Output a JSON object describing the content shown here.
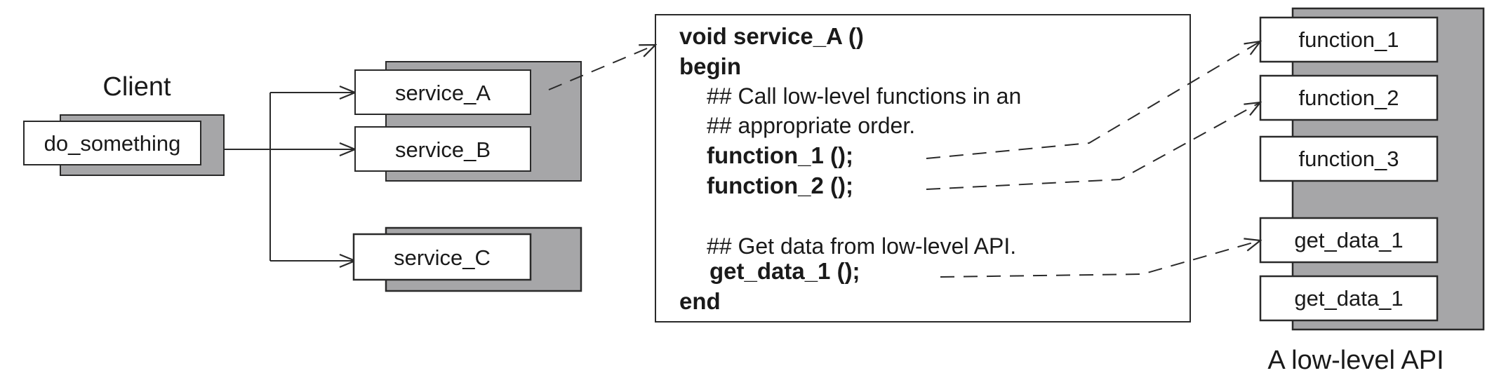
{
  "client": {
    "caption": "Client",
    "function_label": "do_something"
  },
  "services": {
    "a": "service_A",
    "b": "service_B",
    "c": "service_C"
  },
  "code": {
    "signature": "void service_A ()",
    "begin": "begin",
    "comment_1a": "## Call low-level functions in an",
    "comment_1b": "## appropriate order.",
    "call_1": "function_1 ();",
    "call_2": "function_2 ();",
    "comment_2": "## Get data from low-level API.",
    "call_3": "get_data_1 ();",
    "end": "end"
  },
  "api": {
    "caption": "A low-level API",
    "items": [
      "function_1",
      "function_2",
      "function_3",
      "get_data_1",
      "get_data_1"
    ]
  },
  "colors": {
    "shadow": "#a6a6a8",
    "line": "#2a2a2a",
    "box_fill": "#ffffff"
  }
}
